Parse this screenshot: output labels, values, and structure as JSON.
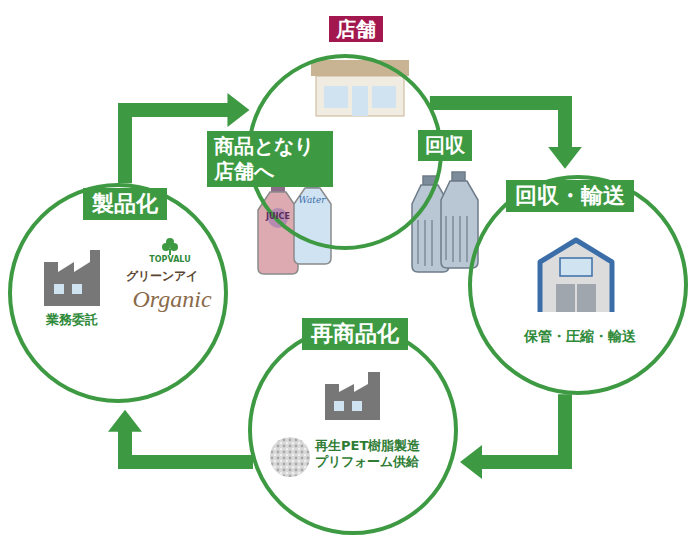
{
  "diagram": {
    "nodes": [
      {
        "text": [
          "店舗"
        ]
      },
      {
        "text": [
          "回収・輸送",
          "保管・圧縮・輸送"
        ]
      },
      {
        "text": [
          "再商品化",
          "再生PET樹脂製造 プリフォーム供給"
        ]
      },
      {
        "text": [
          "製品化",
          "業務委託"
        ]
      }
    ],
    "edges": [
      {
        "from": 0,
        "to": 1,
        "label": "回収",
        "arrow": "to"
      },
      {
        "from": 1,
        "to": 2,
        "arrow": "to"
      },
      {
        "from": 2,
        "to": 3,
        "arrow": "to"
      },
      {
        "from": 3,
        "to": 0,
        "label": "商品となり 店舗へ",
        "arrow": "to"
      }
    ],
    "labels": [
      "JUICE",
      "Water",
      "TOPVALU",
      "グリーンアイ",
      "Organic"
    ]
  }
}
